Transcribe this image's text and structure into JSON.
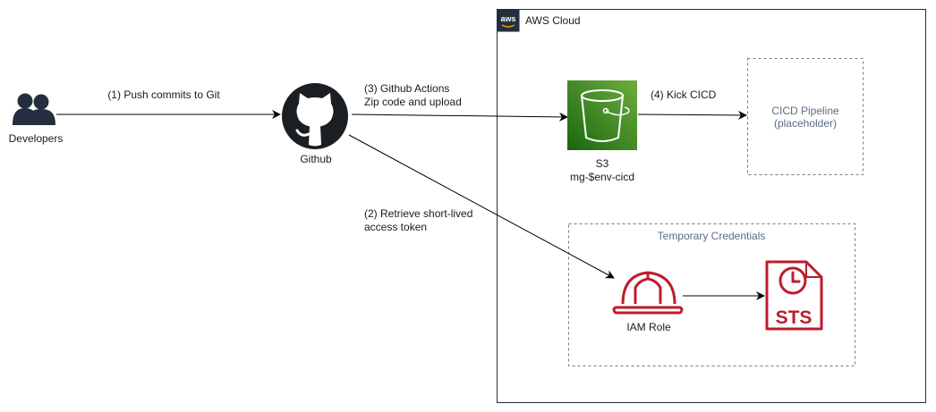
{
  "aws_cloud": {
    "label": "AWS Cloud",
    "badge": "aws",
    "border_color": "#232f3e"
  },
  "nodes": {
    "developers": {
      "label": "Developers",
      "icon": "users-icon",
      "color": "#232f3e"
    },
    "github": {
      "label": "Github",
      "icon": "github-octocat-icon",
      "color": "#1b1f23"
    },
    "s3": {
      "label_line1": "S3",
      "label_line2": "mg-$env-cicd",
      "icon": "s3-bucket-icon",
      "color": "#3f8624"
    },
    "cicd": {
      "label_line1": "CICD Pipeline",
      "label_line2": "(placeholder)"
    },
    "temp_credentials": {
      "label": "Temporary Credentials"
    },
    "iam_role": {
      "label": "IAM Role",
      "icon": "hard-hat-icon",
      "color": "#bf1b2c"
    },
    "sts": {
      "label": "STS",
      "icon": "sts-clock-icon",
      "color": "#bf1b2c"
    }
  },
  "edges": {
    "push": {
      "label": "(1) Push commits to Git"
    },
    "retrieve": {
      "label_line1": "(2) Retrieve short-lived",
      "label_line2": "access token"
    },
    "actions": {
      "label_line1": "(3) Github Actions",
      "label_line2": "Zip code and upload"
    },
    "kick": {
      "label": "(4) Kick CICD"
    }
  }
}
